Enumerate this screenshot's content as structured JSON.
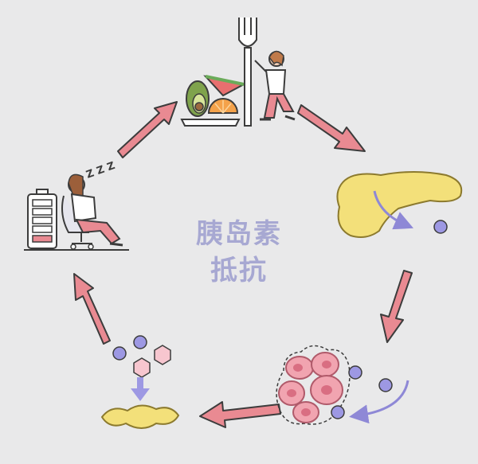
{
  "center_label": {
    "line1": "胰岛素",
    "line2": "抵抗"
  },
  "sleep_symbol": "Z Z Z",
  "colors": {
    "background": "#e9e9ea",
    "arrow": "#e98a92",
    "arrow_outline": "#3c3c3c",
    "title": "#a7a8d2",
    "pancreas": "#f3e07a",
    "cell": "#f1a4b0",
    "molecule": "#8e88d6",
    "battery_low": "#e98a92"
  },
  "icons": [
    "food-plate-with-fork-icon",
    "pancreas-icon",
    "cell-cluster-icon",
    "glucose-to-fat-icon",
    "tired-person-with-battery-icon"
  ]
}
